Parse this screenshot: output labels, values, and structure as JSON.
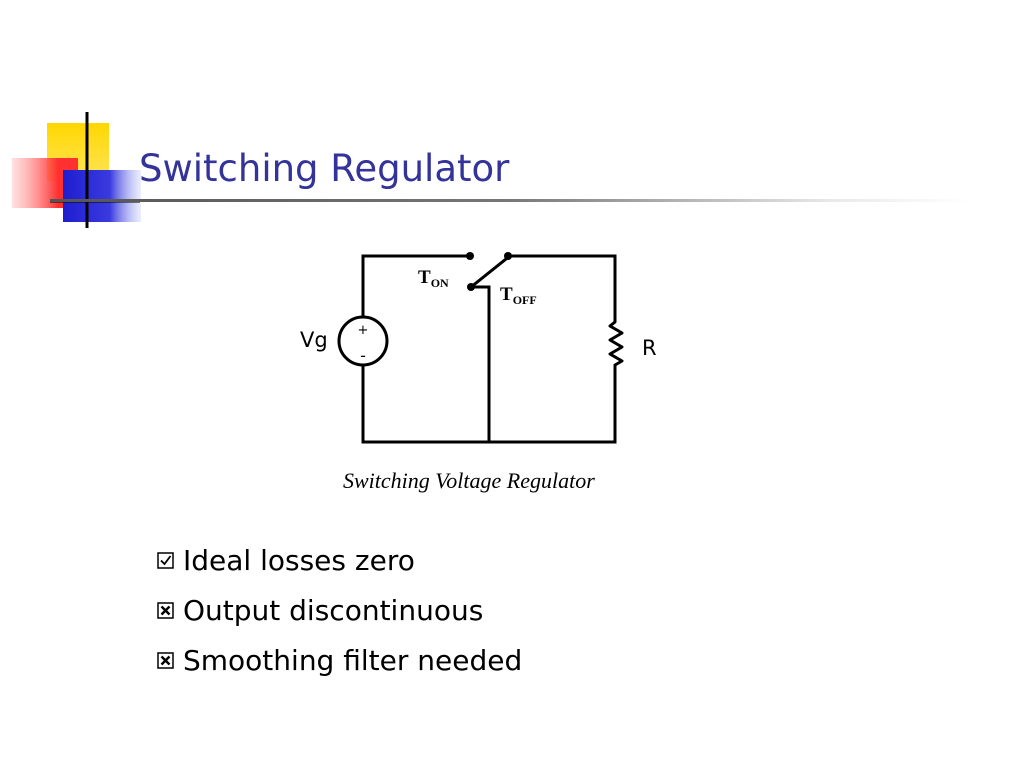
{
  "slide": {
    "title": "Switching Regulator"
  },
  "circuit": {
    "source_label": "Vg",
    "source_plus": "+",
    "source_minus": "-",
    "switch_on_main": "T",
    "switch_on_sub": "ON",
    "switch_off_main": "T",
    "switch_off_sub": "OFF",
    "resistor_label": "R",
    "caption": "Switching Voltage Regulator"
  },
  "bullets": [
    {
      "text": "Ideal losses zero",
      "icon": "checkbox-checked-icon"
    },
    {
      "text": "Output discontinuous",
      "icon": "checkbox-crossed-icon"
    },
    {
      "text": "Smoothing filter needed",
      "icon": "checkbox-crossed-icon"
    }
  ],
  "colors": {
    "title": "#333399",
    "deco_yellow": "#ffd700",
    "deco_red": "#ff3b3b",
    "deco_blue": "#2b2bd6"
  }
}
